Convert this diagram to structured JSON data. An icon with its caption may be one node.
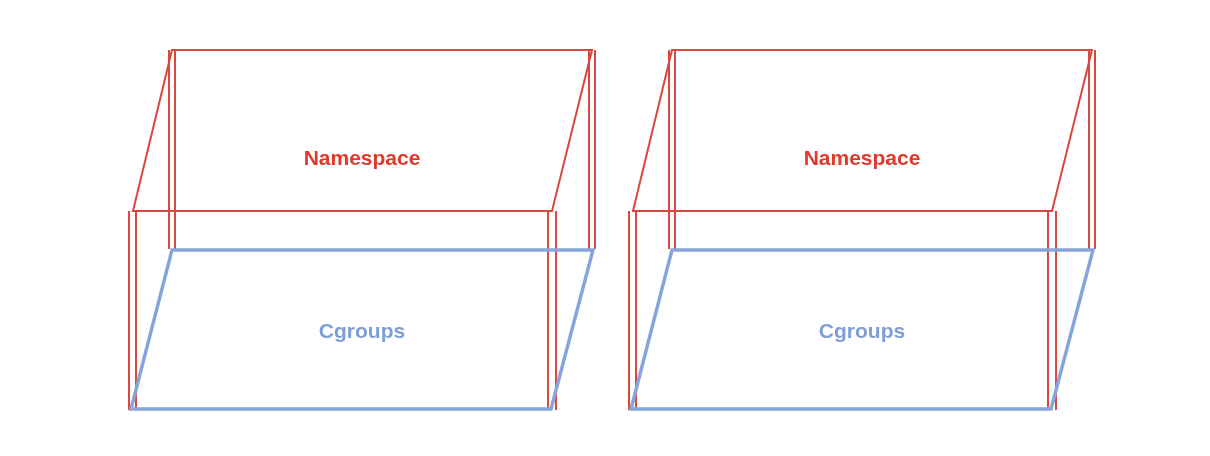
{
  "diagram": {
    "nodes": [
      {
        "text": [
          "Namespace"
        ]
      },
      {
        "text": [
          "Cgroups"
        ],
        "in": 0
      },
      {
        "text": [
          "Namespace"
        ]
      },
      {
        "text": [
          "Cgroups"
        ],
        "in": 2
      }
    ]
  }
}
